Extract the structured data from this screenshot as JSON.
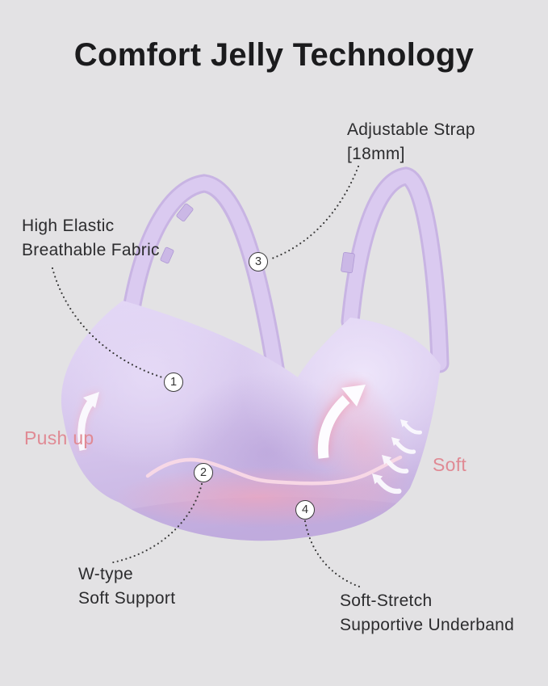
{
  "title": "Comfort Jelly Technology",
  "callouts": {
    "fabric": {
      "number": "1",
      "line1": "High Elastic",
      "line2": "Breathable Fabric"
    },
    "support": {
      "number": "2",
      "line1": "W-type",
      "line2": "Soft Support"
    },
    "strap": {
      "number": "3",
      "line1": "Adjustable Strap",
      "line2": "[18mm]"
    },
    "underband": {
      "number": "4",
      "line1": "Soft-Stretch",
      "line2": "Supportive Underband"
    }
  },
  "accent_labels": {
    "push_up": "Push up",
    "soft": "Soft"
  },
  "colors": {
    "background": "#e3e2e4",
    "bra_base": "#d5c5ec",
    "accent_pink": "#e08a94",
    "glow_pink": "#f09cb4",
    "wave_pink": "#f9d9e6",
    "arrow_white": "#fdfcff",
    "text_dark": "#2c2c2e",
    "title_color": "#1b1b1d",
    "marker_border": "#3b3b3b",
    "leader_dots": "#3a3a3a"
  }
}
